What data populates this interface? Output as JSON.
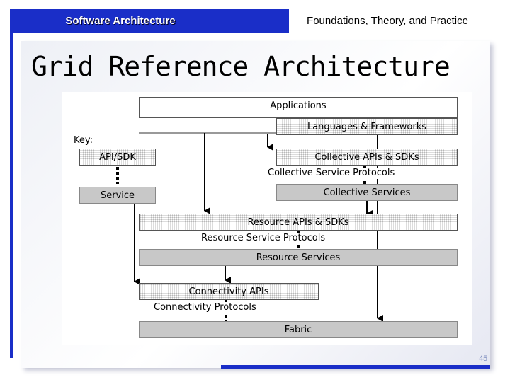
{
  "header": {
    "left_title": "Software Architecture",
    "right_title": "Foundations, Theory, and Practice"
  },
  "slide": {
    "title": "Grid Reference Architecture",
    "page_number": "45"
  },
  "diagram": {
    "key_label": "Key:",
    "key_api": "API/SDK",
    "key_service": "Service",
    "applications": "Applications",
    "languages_frameworks": "Languages & Frameworks",
    "collective_apis": "Collective APIs & SDKs",
    "collective_protocols": "Collective Service Protocols",
    "collective_services": "Collective Services",
    "resource_apis": "Resource APIs & SDKs",
    "resource_protocols": "Resource Service Protocols",
    "resource_services": "Resource Services",
    "connectivity_apis": "Connectivity APIs",
    "connectivity_protocols": "Connectivity Protocols",
    "fabric": "Fabric"
  },
  "colors": {
    "brand_blue": "#1a2ec8",
    "service_gray": "#c8c8c8"
  }
}
